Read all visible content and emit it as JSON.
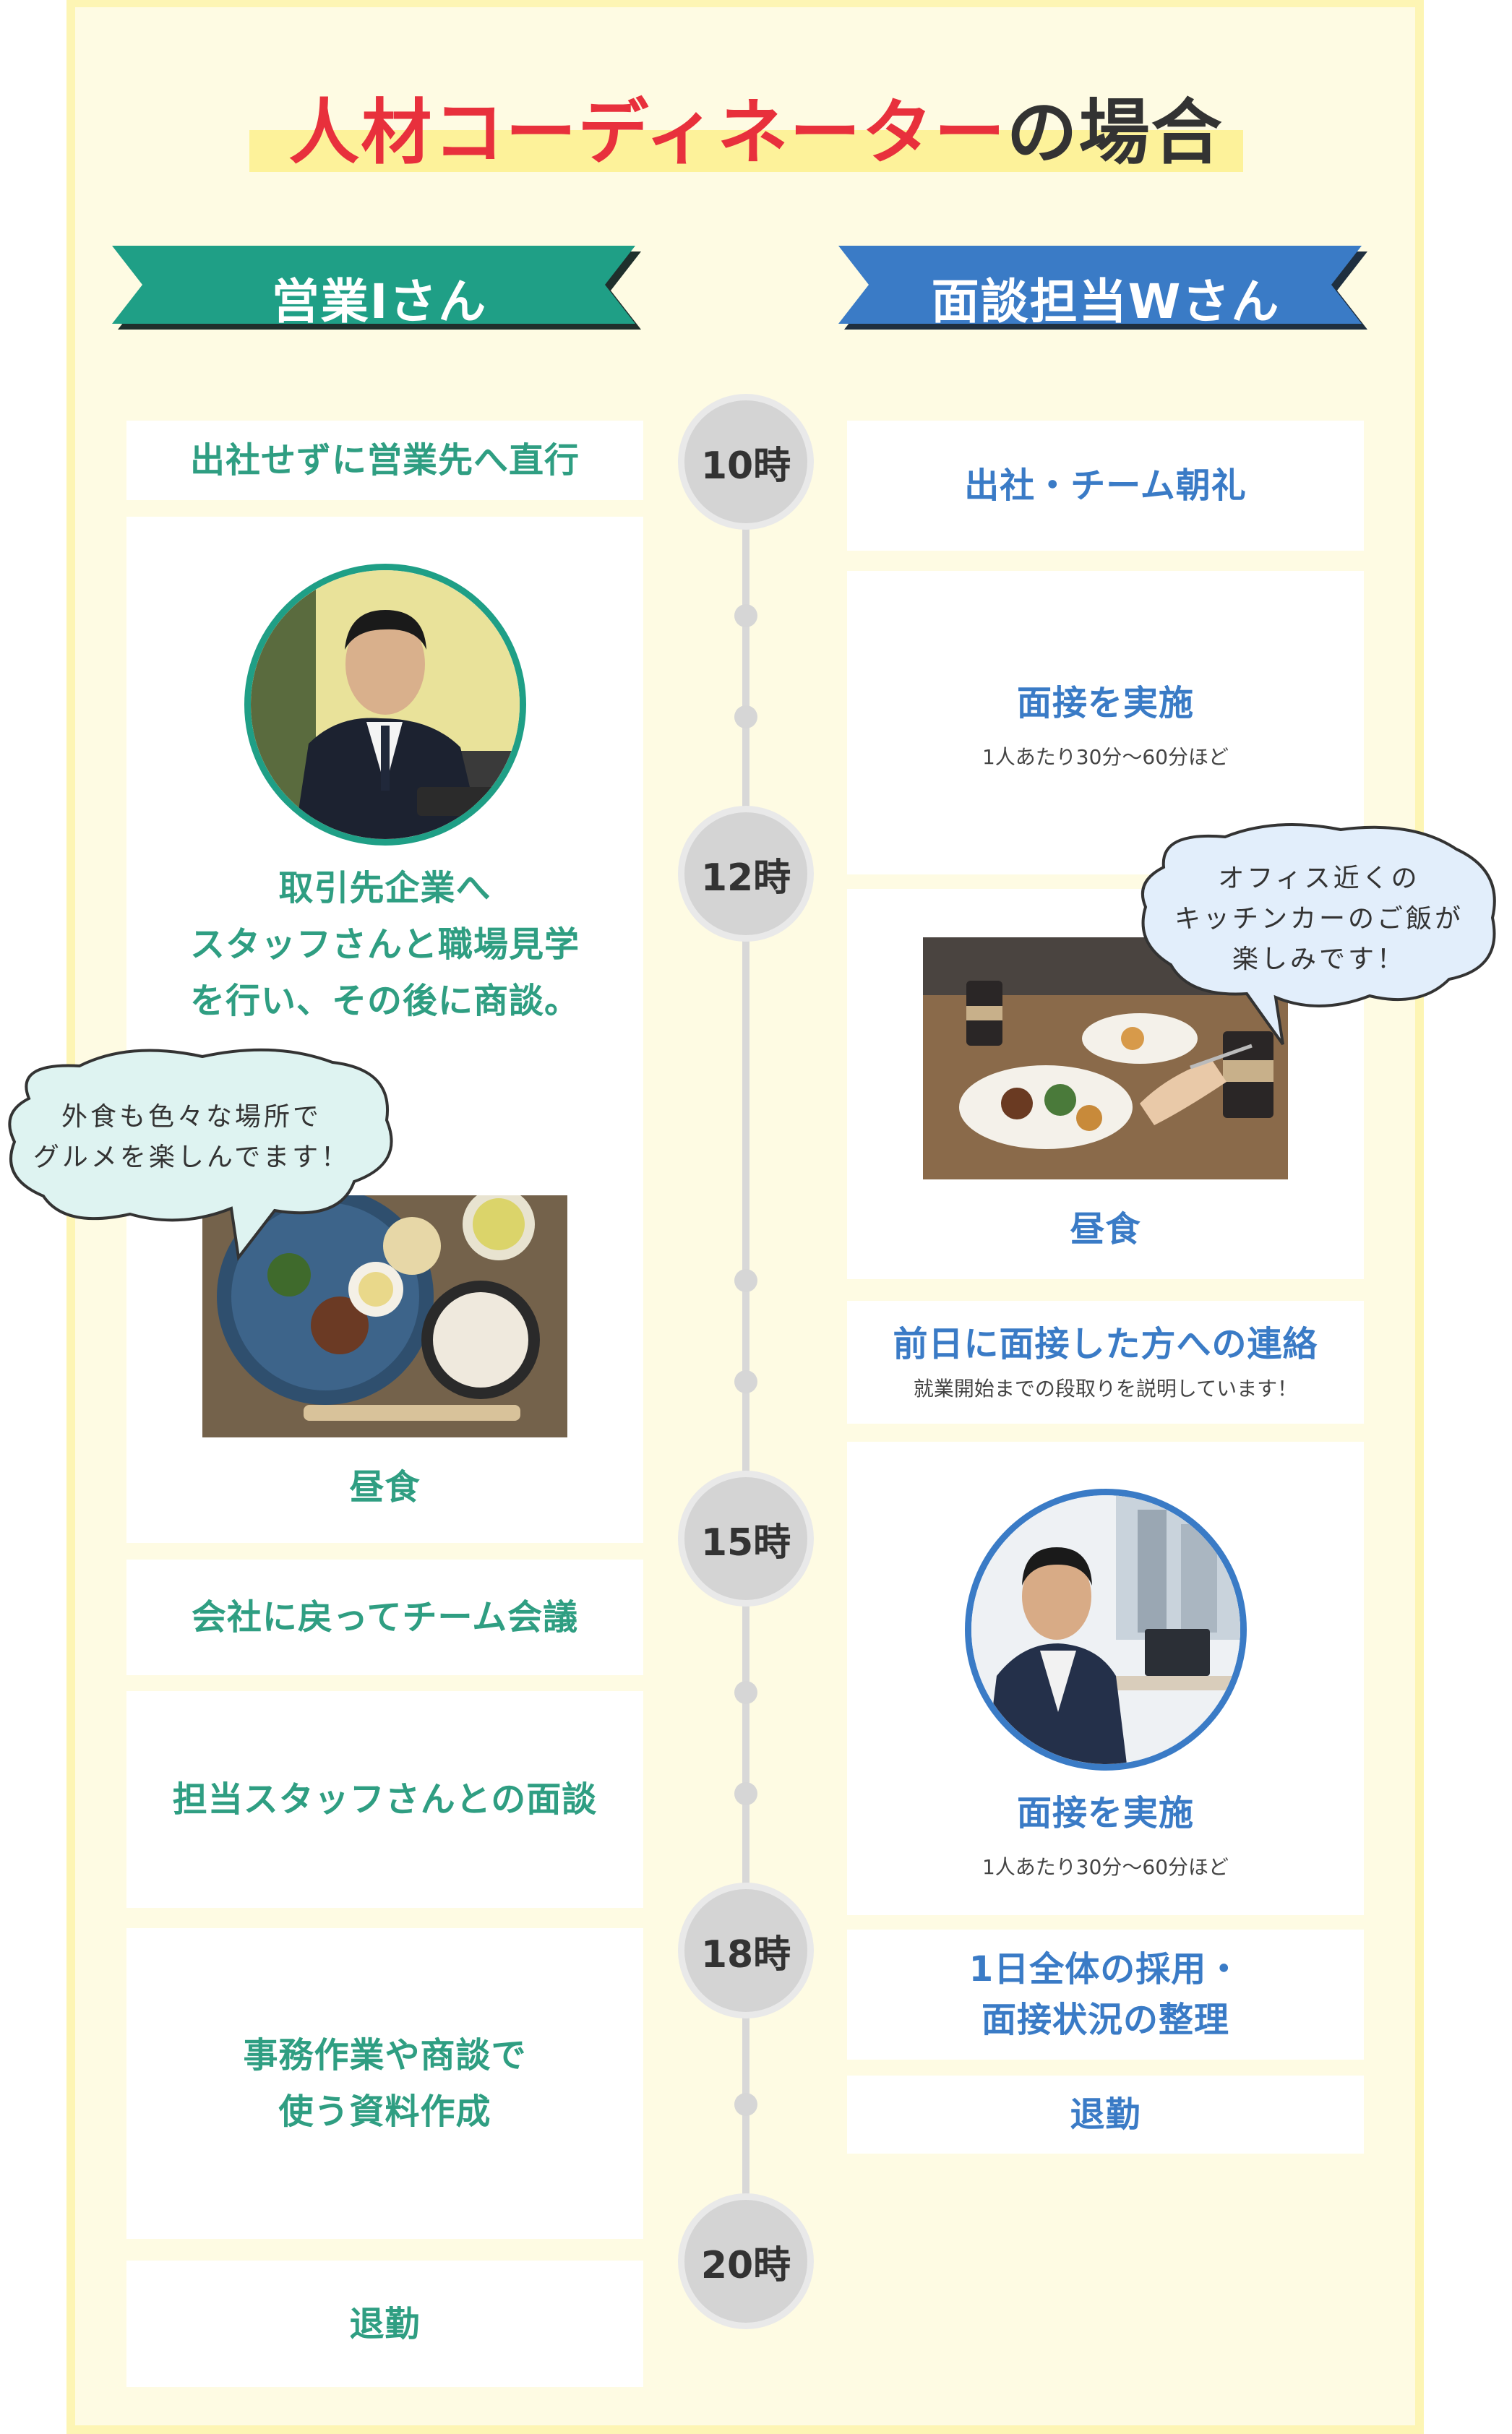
{
  "title": {
    "accent": "人材コーディネーター",
    "rest": "の場合"
  },
  "colors": {
    "left_accent": "#1f9f86",
    "right_accent": "#3a7bc6",
    "title_accent": "#e8303c",
    "background": "#fefbe3"
  },
  "left": {
    "header": "営業Iさん",
    "items": [
      {
        "text": "出社せずに営業先へ直行"
      },
      {
        "text_lines": [
          "取引先企業へ",
          "スタッフさんと職場見学",
          "を行い、その後に商談。"
        ],
        "photo": "man-in-suit-at-laptop"
      },
      {
        "bubble_lines": [
          "外食も色々な場所で",
          "グルメを楽しんでます！"
        ],
        "caption": "昼食",
        "photo": "lunch-plate"
      },
      {
        "text": "会社に戻ってチーム会議"
      },
      {
        "text": "担当スタッフさんとの面談"
      },
      {
        "text_lines": [
          "事務作業や商談で",
          "使う資料作成"
        ]
      },
      {
        "text": "退勤"
      }
    ]
  },
  "right": {
    "header": "面談担当Wさん",
    "items": [
      {
        "text": "出社・チーム朝礼"
      },
      {
        "text": "面接を実施",
        "sub": "1人あたり30分〜60分ほど"
      },
      {
        "bubble_lines": [
          "オフィス近くの",
          "キッチンカーのご飯が",
          "楽しみです！"
        ],
        "caption": "昼食",
        "photo": "lunch-boxes-coffee"
      },
      {
        "text": "前日に面接した方への連絡",
        "sub": "就業開始までの段取りを説明しています！"
      },
      {
        "text": "面接を実施",
        "sub": "1人あたり30分〜60分ほど",
        "photo": "man-at-office-desk"
      },
      {
        "text_lines": [
          "1日全体の採用・",
          "面接状況の整理"
        ]
      },
      {
        "text": "退勤"
      }
    ]
  },
  "timeline": {
    "hours": [
      "10時",
      "12時",
      "15時",
      "18時",
      "20時"
    ]
  }
}
